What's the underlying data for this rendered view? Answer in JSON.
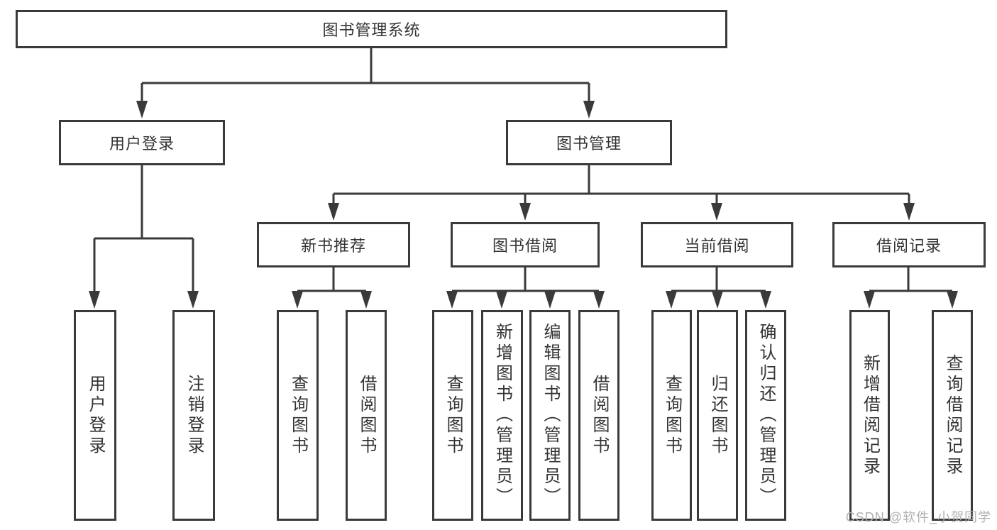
{
  "diagram_type": "functional-structure-tree",
  "tree": {
    "label": "图书管理系统",
    "children": [
      {
        "label": "用户登录",
        "children": [
          {
            "label": "用户登录"
          },
          {
            "label": "注销登录"
          }
        ]
      },
      {
        "label": "图书管理",
        "children": [
          {
            "label": "新书推荐",
            "children": [
              {
                "label": "查询图书"
              },
              {
                "label": "借阅图书"
              }
            ]
          },
          {
            "label": "图书借阅",
            "children": [
              {
                "label": "查询图书"
              },
              {
                "label": "新增图书（管理员）"
              },
              {
                "label": "编辑图书（管理员）"
              },
              {
                "label": "借阅图书"
              }
            ]
          },
          {
            "label": "当前借阅",
            "children": [
              {
                "label": "查询图书"
              },
              {
                "label": "归还图书"
              },
              {
                "label": "确认归还（管理员）"
              }
            ]
          },
          {
            "label": "借阅记录",
            "children": [
              {
                "label": "新增借阅记录"
              },
              {
                "label": "查询借阅记录"
              }
            ]
          }
        ]
      }
    ]
  },
  "watermark": {
    "text": "CSDN @软件_小贺同学"
  },
  "colors": {
    "line": "#3a3a3a",
    "box_border": "#3a3a3a",
    "text": "#333333",
    "watermark": "#b0b0b0",
    "background": "#ffffff"
  }
}
